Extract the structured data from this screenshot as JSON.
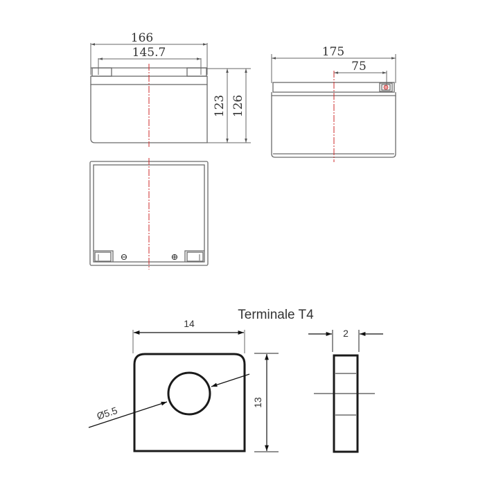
{
  "diagram": {
    "front_view": {
      "dim_width": "166",
      "dim_terminal_span": "145.7",
      "dim_height_case": "123",
      "dim_height_total": "126"
    },
    "side_view": {
      "dim_length": "175",
      "dim_terminal_offset": "75"
    },
    "top_view": {
      "negative_symbol": "⊖",
      "positive_symbol": "⊕"
    },
    "terminal": {
      "title": "Terminale T4",
      "dim_width": "14",
      "dim_height": "13",
      "dim_hole": "Ø5.5",
      "dim_thickness": "2"
    },
    "colors": {
      "centerline": "#cc2a2a",
      "outline": "#666666",
      "terminal_outline": "#1a1a1a"
    }
  }
}
